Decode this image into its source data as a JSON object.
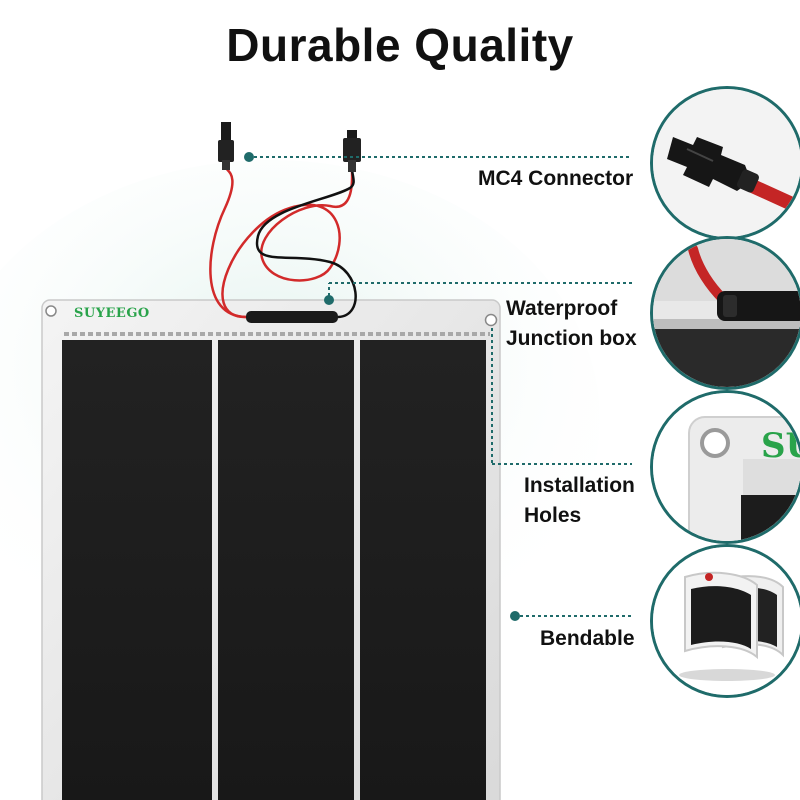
{
  "title": "Durable Quality",
  "brand": "SUYEEGO",
  "features": [
    {
      "label_lines": [
        "MC4 Connector"
      ],
      "icon": "mc4-connector-icon"
    },
    {
      "label_lines": [
        "Waterproof",
        "Junction box"
      ],
      "icon": "junction-box-icon"
    },
    {
      "label_lines": [
        "Installation",
        "Holes"
      ],
      "icon": "installation-hole-icon"
    },
    {
      "label_lines": [
        "Bendable"
      ],
      "icon": "bendable-panel-icon"
    }
  ],
  "inset_brand_fragment": "SU",
  "colors": {
    "accent_teal": "#1f6b6a",
    "brand_green": "#29a34a",
    "cell_dark": "#1c1c1c",
    "cable_red": "#d22a2a",
    "cable_black": "#111111"
  }
}
